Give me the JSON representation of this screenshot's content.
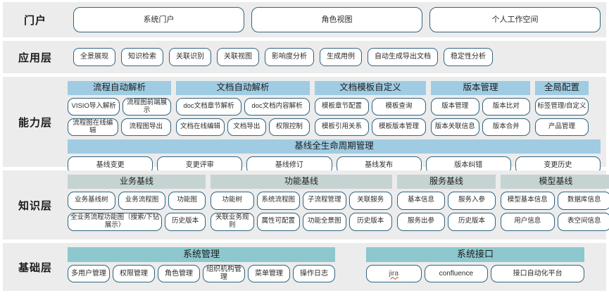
{
  "layers": [
    {
      "label": "门户",
      "items": [
        "系统门户",
        "角色视图",
        "个人工作空间"
      ]
    },
    {
      "label": "应用层",
      "items": [
        "全景展现",
        "知识检索",
        "关联识别",
        "关联视图",
        "影响度分析",
        "生成用例",
        "自动生成导出文档",
        "稳定性分析"
      ]
    },
    {
      "label": "能力层",
      "groups": [
        {
          "title": "流程自动解析",
          "row1": [
            "VISIO导入解析",
            "流程图前端展示"
          ],
          "row2": [
            "流程图在线编辑",
            "流程图导出"
          ]
        },
        {
          "title": "文档自动解析",
          "row1": [
            "doc文档章节解析",
            "doc文档内容解析"
          ],
          "row2": [
            "文档在线编辑",
            "文档导出",
            "权限控制"
          ]
        },
        {
          "title": "文档模板自定义",
          "row1": [
            "模板章节配置",
            "模板查询"
          ],
          "row2": [
            "模板引用关系",
            "模板版本管理"
          ]
        },
        {
          "title": "版本管理",
          "row1": [
            "版本管理",
            "版本比对"
          ],
          "row2": [
            "版本关联信息",
            "版本合并"
          ]
        },
        {
          "title": "全局配置",
          "row1": [
            "标签管理/自定义"
          ],
          "row2": [
            "产品管理"
          ]
        }
      ],
      "lifecycle": {
        "title": "基线全生命周期管理",
        "items": [
          "基线变更",
          "变更评审",
          "基线修订",
          "基线发布",
          "版本纠错",
          "变更历史"
        ]
      }
    },
    {
      "label": "知识层",
      "groups": [
        {
          "title": "业务基线",
          "row1": [
            "业务基线树",
            "业务流程图",
            "功能图"
          ],
          "row2": [
            "全业务流程功能图（搜索/下钻展示）",
            "历史版本"
          ]
        },
        {
          "title": "功能基线",
          "row1": [
            "功能树",
            "系统流程图",
            "子流程管理",
            "关联服务"
          ],
          "row2": [
            "关联业务规则",
            "属性可配置",
            "功能全景图",
            "历史版本"
          ]
        },
        {
          "title": "服务基线",
          "row1": [
            "基本信息",
            "服务入参"
          ],
          "row2": [
            "服务出参",
            "历史版本"
          ]
        },
        {
          "title": "模型基线",
          "row1": [
            "模型基本信息",
            "数据库信息"
          ],
          "row2": [
            "用户信息",
            "表空间信息"
          ]
        }
      ]
    },
    {
      "label": "基础层",
      "groups": [
        {
          "title": "系统管理",
          "row1": [
            "多用户管理",
            "权限管理",
            "角色管理",
            "组织机构管理",
            "菜单管理",
            "操作日志"
          ]
        },
        {
          "title": "系统接口",
          "row1": [
            "jira",
            "confluence",
            "接口自动化平台"
          ]
        }
      ]
    }
  ],
  "colors": {
    "band_bg": "#ececec",
    "pill_border": "#31647f",
    "capability_head": "#9fcce2",
    "knowledge_head": "#c5d3d3",
    "base_head": "#8cc8cd",
    "page_bg": "#ffffff",
    "spellcheck_underline": "#e03a28"
  }
}
